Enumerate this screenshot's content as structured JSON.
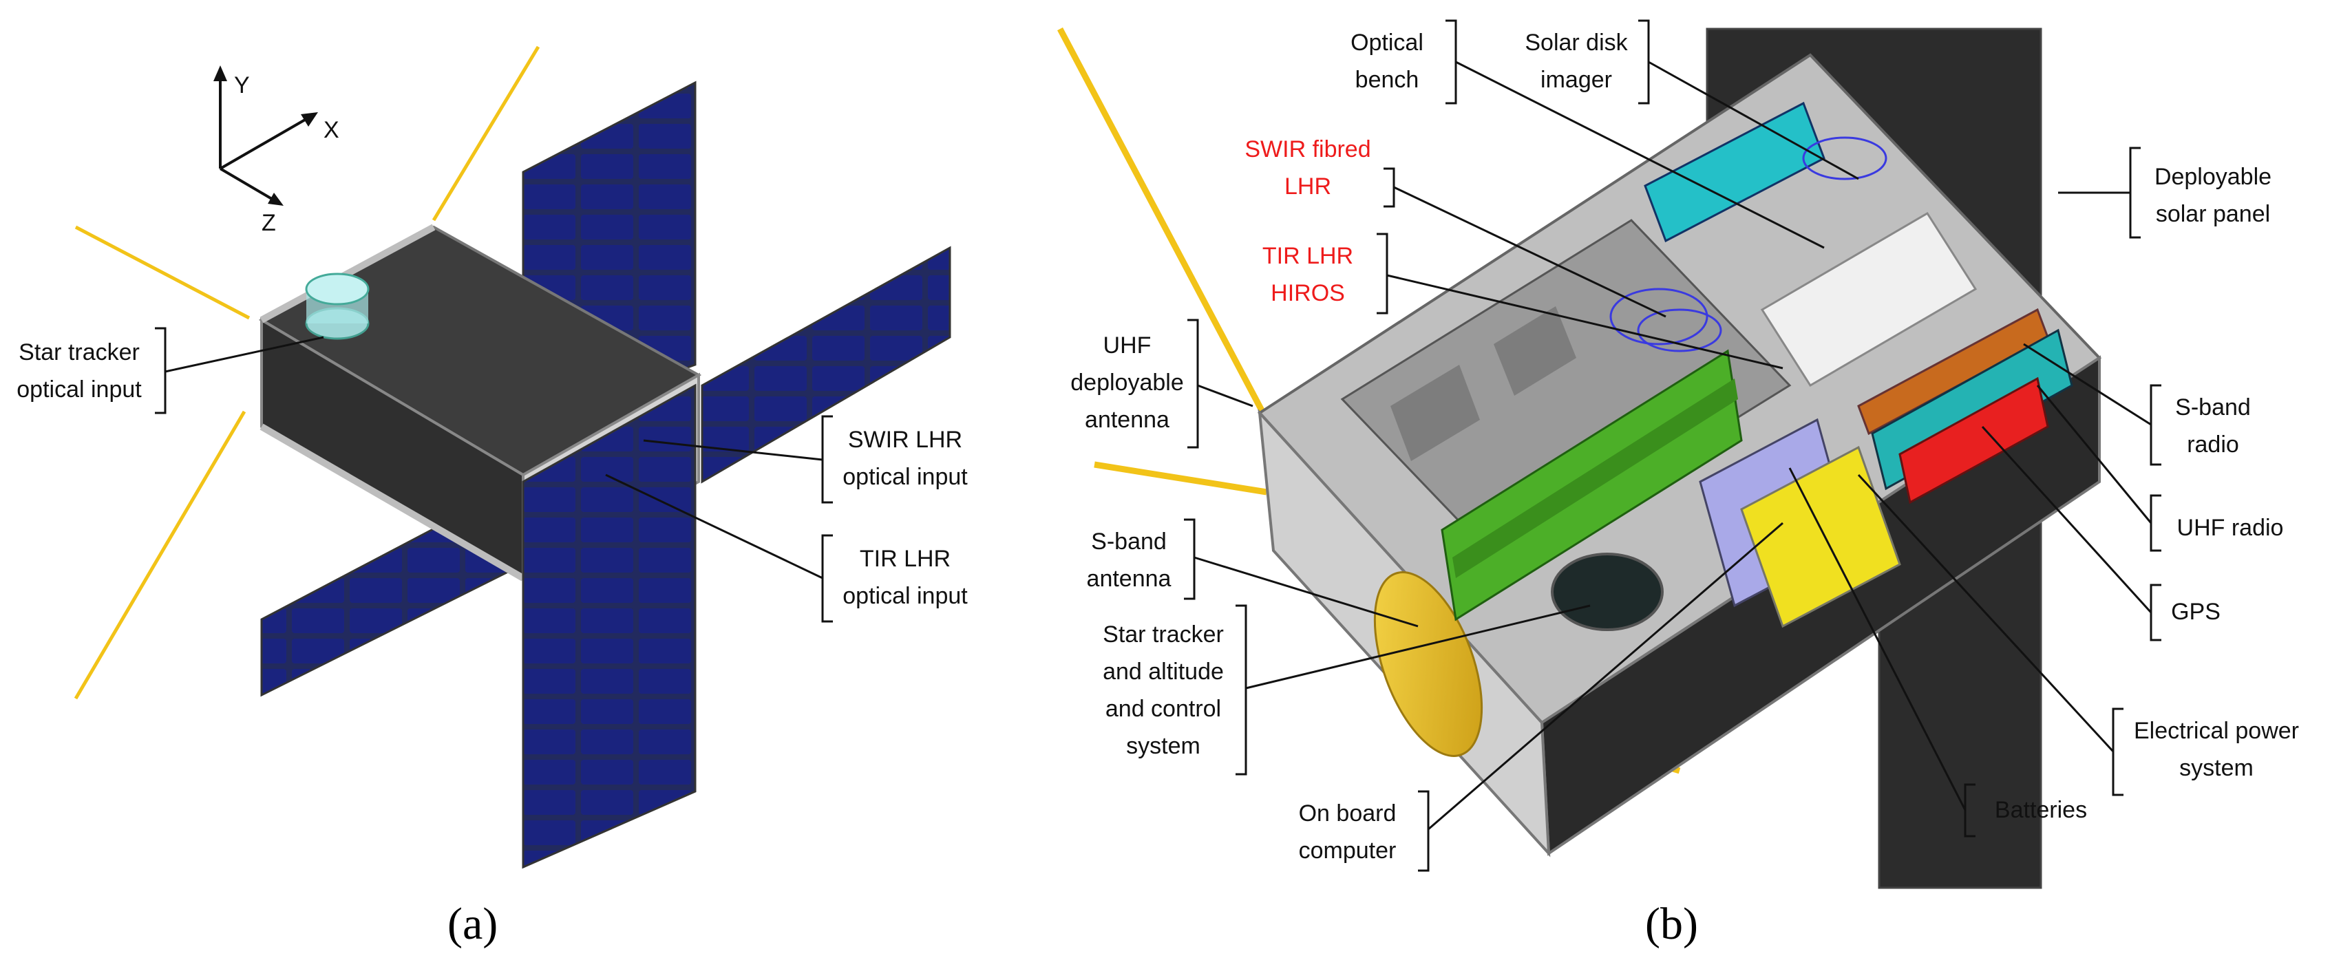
{
  "panel_a": {
    "caption": "(a)",
    "axes": {
      "y": "Y",
      "x": "X",
      "z": "Z"
    },
    "labels": {
      "star_tracker_optical_input": [
        "Star tracker",
        "optical input"
      ],
      "swir_lhr_optical_input": [
        "SWIR LHR",
        "optical input"
      ],
      "tir_lhr_optical_input": [
        "TIR LHR",
        "optical input"
      ]
    }
  },
  "panel_b": {
    "caption": "(b)",
    "labels": {
      "optical_bench": [
        "Optical",
        "bench"
      ],
      "solar_disk_imager": [
        "Solar disk",
        "imager"
      ],
      "swir_fibred_lhr": [
        "SWIR fibred",
        "LHR"
      ],
      "tir_lhr_hiros": [
        "TIR LHR",
        "HIROS"
      ],
      "deployable_solar_panel": [
        "Deployable",
        "solar panel"
      ],
      "uhf_deployable_antenna": [
        "UHF",
        "deployable",
        "antenna"
      ],
      "s_band_antenna": [
        "S-band",
        "antenna"
      ],
      "star_tracker_adcs": [
        "Star tracker",
        "and altitude",
        "and control",
        "system"
      ],
      "on_board_computer": [
        "On board",
        "computer"
      ],
      "s_band_radio": [
        "S-band",
        "radio"
      ],
      "uhf_radio": [
        "UHF radio"
      ],
      "gps": [
        "GPS"
      ],
      "electrical_power_system": [
        "Electrical power",
        "system"
      ],
      "batteries": [
        "Batteries"
      ]
    }
  },
  "colors": {
    "highlight_label": "#ee1b1b",
    "solar_cell": "#1a237e",
    "antenna": "#f2c318",
    "structure": "#c9c9c9",
    "pcb_green": "#4caf28",
    "radio_teal": "#24b3b3",
    "radio_red": "#e82020",
    "batteries": "#a9a9e8"
  }
}
